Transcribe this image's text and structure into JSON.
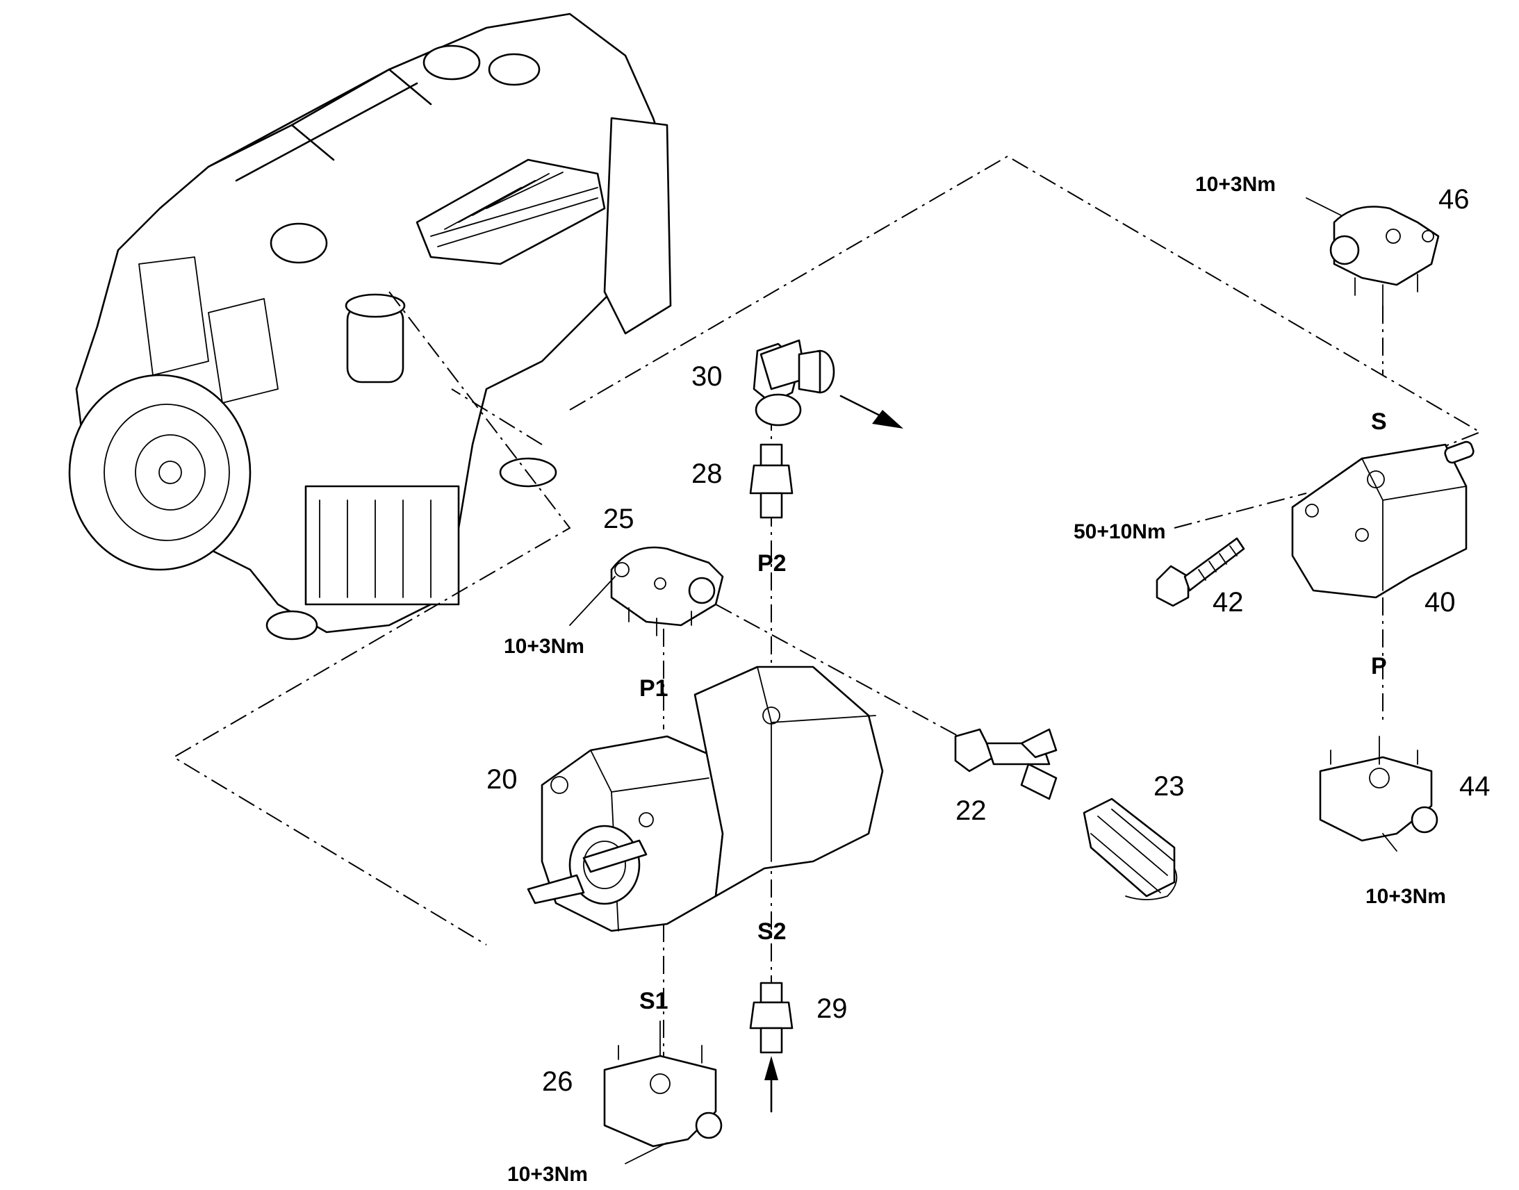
{
  "parts": {
    "p20": "20",
    "p22": "22",
    "p23": "23",
    "p25": "25",
    "p26": "26",
    "p28": "28",
    "p29": "29",
    "p30": "30",
    "p40": "40",
    "p42": "42",
    "p44": "44",
    "p46": "46"
  },
  "ports": {
    "p1": "P1",
    "p2": "P2",
    "s1": "S1",
    "s2": "S2",
    "s": "S",
    "p": "P"
  },
  "torques": {
    "t46": "10+3Nm",
    "t25": "10+3Nm",
    "t26": "10+3Nm",
    "t44": "10+3Nm",
    "t42": "50+10Nm"
  }
}
